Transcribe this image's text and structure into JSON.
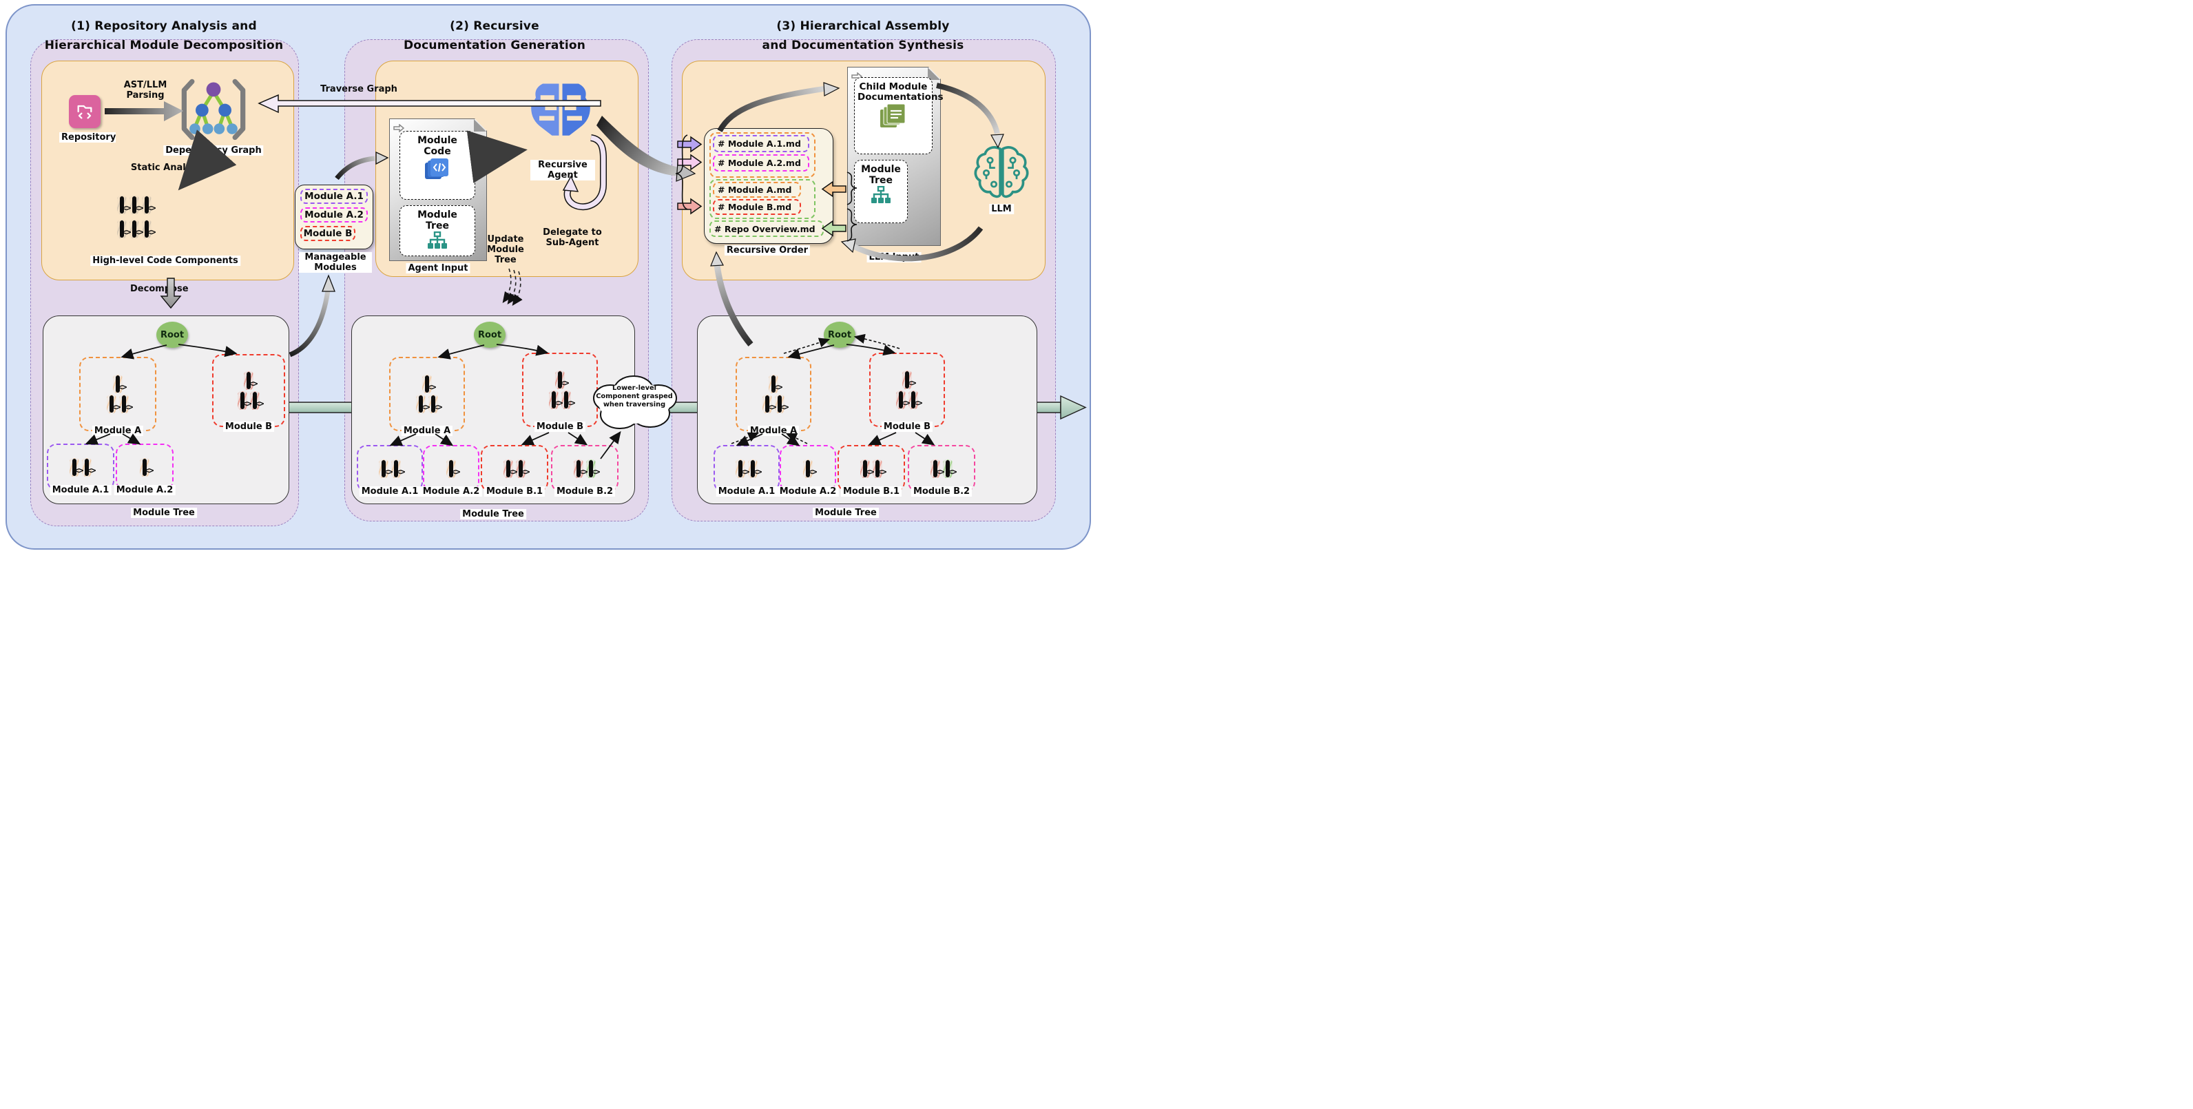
{
  "colors": {
    "outer_bg": "#d9e4f7",
    "panel_bg": "#e2d7eb",
    "inner_orange": "#fae5c7",
    "tree_box": "#f0eff0",
    "cream_box": "#f8f3e4",
    "band_teal": "#aecfc2",
    "root_green": "#8fc16c",
    "repo_pink": "#db639e",
    "agent_blue": "#5b86e6",
    "llm_teal": "#2b9184",
    "module_a_orange": "#f0923e",
    "module_b_red": "#ef3b2d",
    "module_a1_purple": "#9b59f0",
    "module_a2_magenta": "#f42ff4",
    "module_b2_pink": "#f5479f",
    "overview_green": "#7ec462"
  },
  "p1": {
    "title1": "(1) Repository Analysis and",
    "title2": "Hierarchical Module Decomposition",
    "ast": "AST/LLM Parsing",
    "repository": "Repository",
    "dep_graph": "Dependency Graph",
    "static_analysis": "Static Analysis",
    "components": "High-level Code Components",
    "decompose": "Decompose"
  },
  "manageable": {
    "items": [
      "Module A.1",
      "Module A.2",
      "Module B"
    ],
    "label": "Manageable Modules"
  },
  "p2": {
    "title1": "(2) Recursive",
    "title2": "Documentation Generation",
    "traverse": "Traverse Graph",
    "module_code": "Module Code",
    "module_tree": "Module Tree",
    "agent_input": "Agent Input",
    "agent": "Recursive Agent",
    "delegate": "Delegate to Sub-Agent",
    "update": "Update Module Tree",
    "cloud": "Lower-level Component grasped when traversing"
  },
  "p3": {
    "title1": "(3) Hierarchical Assembly",
    "title2": "and Documentation Synthesis",
    "order_items": [
      "# Module A.1.md",
      "# Module A.2.md",
      "# Module A.md",
      "# Module B.md",
      "# Repo Overview.md"
    ],
    "recursive_order": "Recursive Order",
    "child_docs": "Child Module Documentations",
    "module_tree": "Module Tree",
    "llm_input": "LLM Input",
    "llm": "LLM"
  },
  "tree": {
    "root": "Root",
    "module_tree": "Module Tree",
    "a": "Module A",
    "b": "Module B",
    "a1": "Module A.1",
    "a2": "Module A.2",
    "b1": "Module B.1",
    "b2": "Module B.2"
  }
}
